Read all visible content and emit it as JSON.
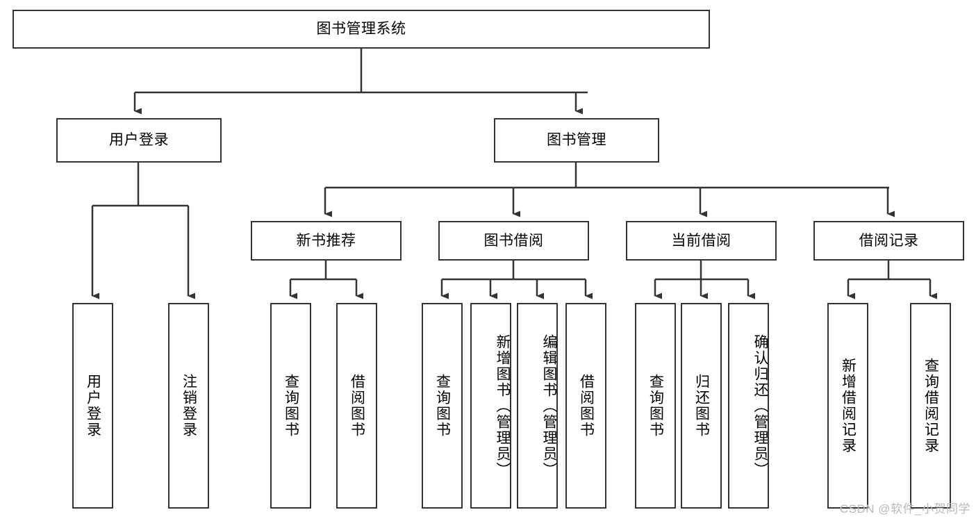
{
  "diagram": {
    "type": "tree-hierarchy",
    "title": "图书管理系统",
    "watermark": "CSDN @软件_小贺同学",
    "colors": {
      "box_border": "#333333",
      "box_fill": "#ffffff",
      "connector": "#333333",
      "watermark": "#b9b9b9",
      "background": "#ffffff"
    },
    "levels": [
      {
        "level": 1,
        "nodes": [
          {
            "id": "root",
            "label": "图书管理系统",
            "orientation": "horizontal"
          }
        ]
      },
      {
        "level": 2,
        "nodes": [
          {
            "id": "user-login",
            "label": "用户登录",
            "orientation": "horizontal"
          },
          {
            "id": "book-manage",
            "label": "图书管理",
            "orientation": "horizontal"
          }
        ]
      },
      {
        "level": 3,
        "nodes": [
          {
            "id": "new-book-rec",
            "label": "新书推荐",
            "orientation": "horizontal"
          },
          {
            "id": "book-borrow",
            "label": "图书借阅",
            "orientation": "horizontal"
          },
          {
            "id": "current-borrow",
            "label": "当前借阅",
            "orientation": "horizontal"
          },
          {
            "id": "borrow-record",
            "label": "借阅记录",
            "orientation": "horizontal"
          }
        ]
      },
      {
        "level": 4,
        "nodes": [
          {
            "id": "leaf-user-login",
            "label": "用户登录",
            "orientation": "vertical",
            "parent": "user-login"
          },
          {
            "id": "leaf-user-logout",
            "label": "注销登录",
            "orientation": "vertical",
            "parent": "user-login"
          },
          {
            "id": "leaf-query-book-1",
            "label": "查询图书",
            "orientation": "vertical",
            "parent": "new-book-rec"
          },
          {
            "id": "leaf-borrow-book-1",
            "label": "借阅图书",
            "orientation": "vertical",
            "parent": "new-book-rec"
          },
          {
            "id": "leaf-query-book-2",
            "label": "查询图书",
            "orientation": "vertical",
            "parent": "book-borrow"
          },
          {
            "id": "leaf-add-book",
            "label": "新增图书（管理员）",
            "orientation": "vertical",
            "parent": "book-borrow"
          },
          {
            "id": "leaf-edit-book",
            "label": "编辑图书（管理员）",
            "orientation": "vertical",
            "parent": "book-borrow"
          },
          {
            "id": "leaf-borrow-book-2",
            "label": "借阅图书",
            "orientation": "vertical",
            "parent": "book-borrow"
          },
          {
            "id": "leaf-query-book-3",
            "label": "查询图书",
            "orientation": "vertical",
            "parent": "current-borrow"
          },
          {
            "id": "leaf-return-book",
            "label": "归还图书",
            "orientation": "vertical",
            "parent": "current-borrow"
          },
          {
            "id": "leaf-confirm-return",
            "label": "确认归还（管理员）",
            "orientation": "vertical",
            "parent": "current-borrow"
          },
          {
            "id": "leaf-add-record",
            "label": "新增借阅记录",
            "orientation": "vertical",
            "parent": "borrow-record"
          },
          {
            "id": "leaf-query-record",
            "label": "查询借阅记录",
            "orientation": "vertical",
            "parent": "borrow-record"
          }
        ]
      }
    ]
  }
}
